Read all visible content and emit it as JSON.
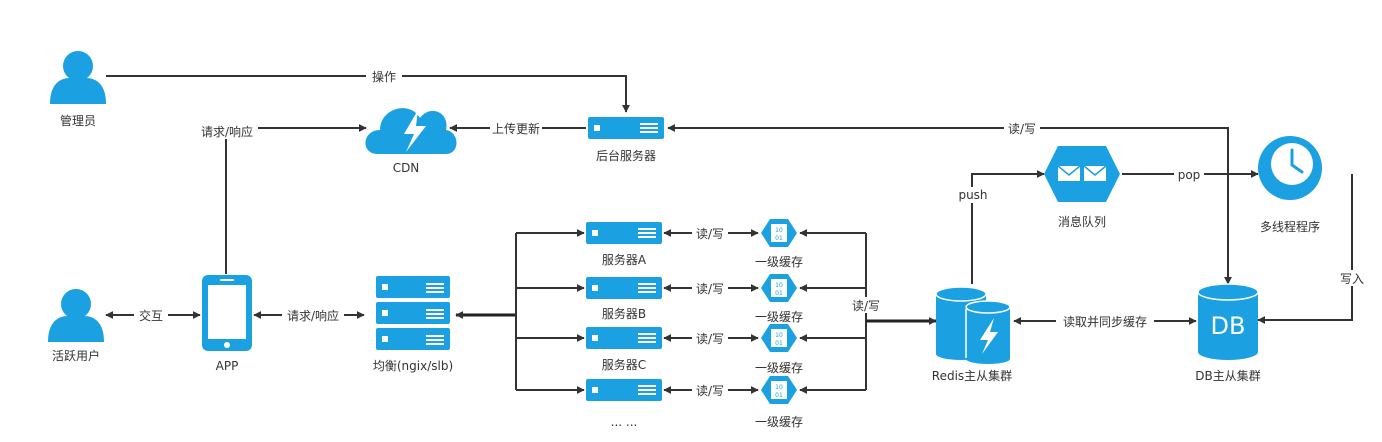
{
  "colors": {
    "accent": "#1ba1e2",
    "line": "#333333",
    "background": "#ffffff"
  },
  "nodes": {
    "admin": {
      "label": "管理员",
      "icon": "user-icon"
    },
    "user": {
      "label": "活跃用户",
      "icon": "user-icon"
    },
    "cdn": {
      "label": "CDN",
      "icon": "cloud-cdn-icon"
    },
    "backend": {
      "label": "后台服务器",
      "icon": "server-icon"
    },
    "app": {
      "label": "APP",
      "icon": "mobile-phone-icon"
    },
    "balancer": {
      "label": "均衡(ngix/slb)",
      "icon": "server-stack-icon"
    },
    "servers": [
      {
        "label": "服务器A",
        "icon": "server-icon"
      },
      {
        "label": "服务器B",
        "icon": "server-icon"
      },
      {
        "label": "服务器C",
        "icon": "server-icon"
      },
      {
        "label": "... ...",
        "icon": "server-icon"
      }
    ],
    "caches": [
      {
        "label": "一级缓存",
        "icon": "cache-icon"
      },
      {
        "label": "一级缓存",
        "icon": "cache-icon"
      },
      {
        "label": "一级缓存",
        "icon": "cache-icon"
      },
      {
        "label": "一级缓存",
        "icon": "cache-icon"
      }
    ],
    "redis": {
      "label": "Redis主从集群",
      "icon": "redis-cache-icon"
    },
    "mq": {
      "label": "消息队列",
      "icon": "message-queue-icon"
    },
    "worker": {
      "label": "多线程程序",
      "icon": "clock-worker-icon"
    },
    "db": {
      "label": "DB主从集群",
      "icon": "database-icon",
      "text": "DB"
    }
  },
  "edges": {
    "operate": "操作",
    "request_cdn": "请求/响应",
    "upload_update": "上传更新",
    "rw_backend_db": "读/写",
    "interact": "交互",
    "request_balancer": "请求/响应",
    "rw_cache": [
      "读/写",
      "读/写",
      "读/写",
      "读/写"
    ],
    "rw_redis": "读/写",
    "push": "push",
    "pop": "pop",
    "write_in": "写入",
    "read_sync": "读取并同步缓存"
  }
}
